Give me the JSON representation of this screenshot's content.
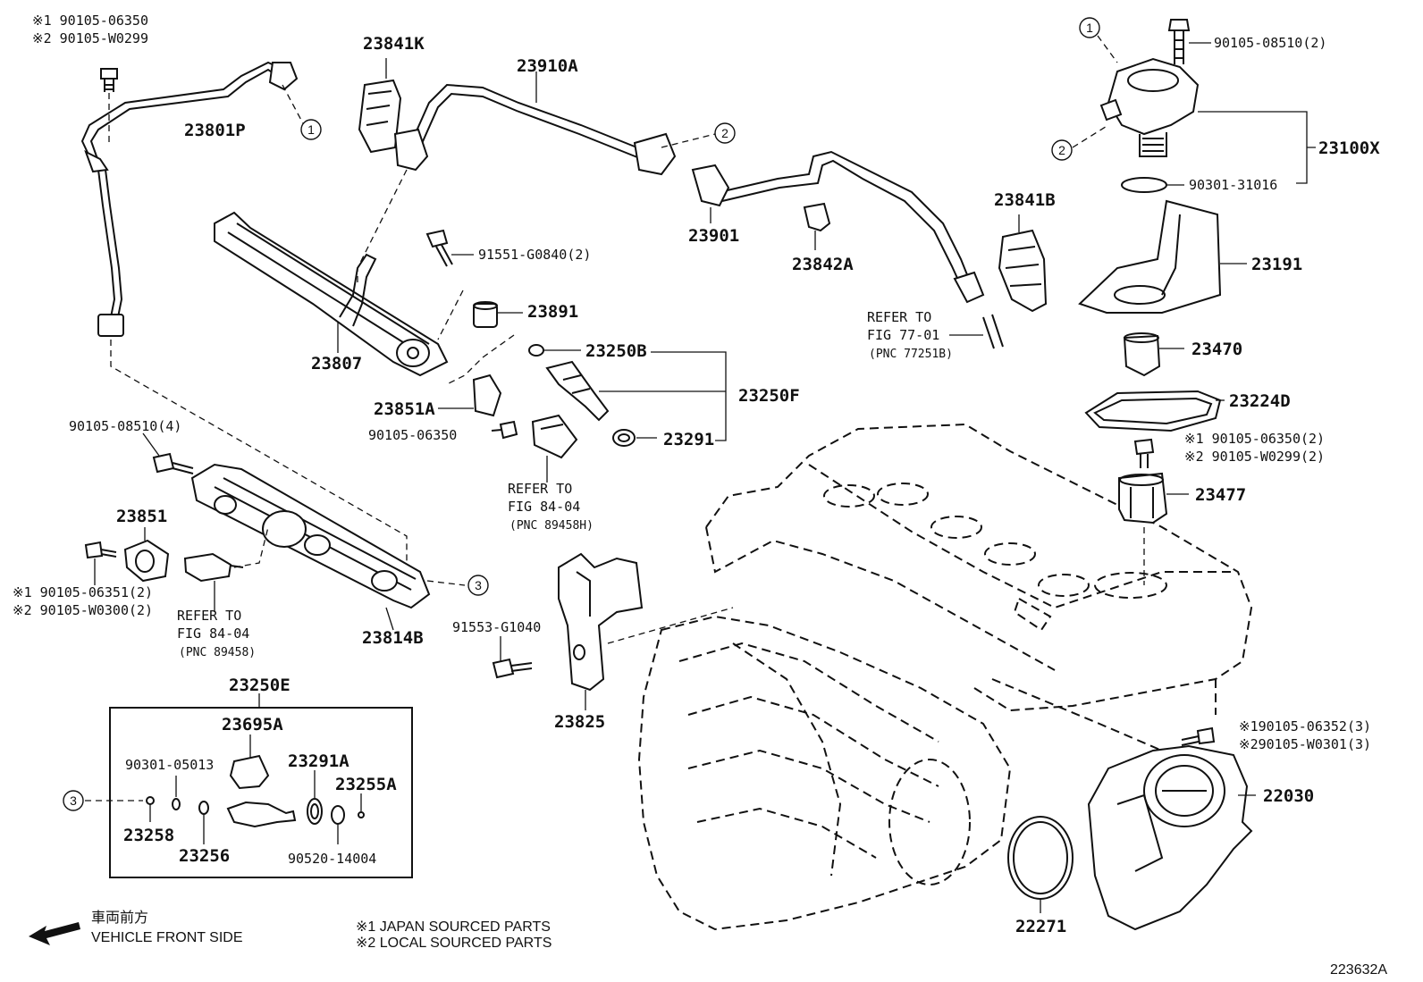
{
  "callouts": {
    "top_left_note1": "※1 90105-06350",
    "top_left_note2": "※2 90105-W0299",
    "p23801P": "23801P",
    "p23841K": "23841K",
    "p23910A": "23910A",
    "p23901": "23901",
    "p23842A": "23842A",
    "p23841B": "23841B",
    "refer_77_l1": "REFER TO",
    "refer_77_l2": "FIG 77-01",
    "refer_77_l3": "(PNC 77251B)",
    "p23807": "23807",
    "p91551": "91551-G0840(2)",
    "p23891": "23891",
    "p23250B": "23250B",
    "p23250F": "23250F",
    "p23291": "23291",
    "p23851A": "23851A",
    "p90105_06350": "90105-06350",
    "refer_8404a_l1": "REFER TO",
    "refer_8404a_l2": "FIG 84-04",
    "refer_8404a_l3": "(PNC 89458H)",
    "p90105_08510_4": "90105-08510(4)",
    "p23851": "23851",
    "bl_note1": "※1 90105-06351(2)",
    "bl_note2": "※2 90105-W0300(2)",
    "refer_8404b_l1": "REFER TO",
    "refer_8404b_l2": "FIG 84-04",
    "refer_8404b_l3": "(PNC 89458)",
    "p23814B": "23814B",
    "p91553": "91553-G1040",
    "p23825": "23825",
    "p23250E": "23250E",
    "p23695A": "23695A",
    "p90301_05013": "90301-05013",
    "p23291A": "23291A",
    "p23255A": "23255A",
    "p23258": "23258",
    "p23256": "23256",
    "p90520": "90520-14004",
    "p90105_08510_2": "90105-08510(2)",
    "p23100X": "23100X",
    "p90301_31016": "90301-31016",
    "p23191": "23191",
    "p23470": "23470",
    "p23224D": "23224D",
    "r_note1": "※1 90105-06350(2)",
    "r_note2": "※2 90105-W0299(2)",
    "p23477": "23477",
    "tb_note1": "※190105-06352(3)",
    "tb_note2": "※290105-W0301(3)",
    "p22030": "22030",
    "p22271": "22271"
  },
  "circle_refs": [
    "1",
    "2",
    "3"
  ],
  "direction": {
    "jp": "車両前方",
    "en": "VEHICLE FRONT SIDE"
  },
  "legend": {
    "note1": "※1  JAPAN SOURCED PARTS",
    "note2": "※2  LOCAL SOURCED PARTS"
  },
  "figure_id": "223632A"
}
